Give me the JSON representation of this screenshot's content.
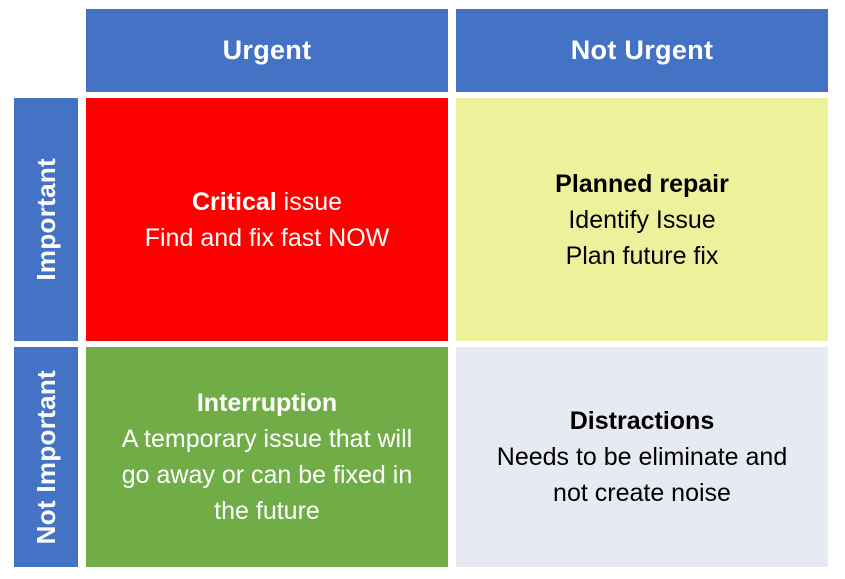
{
  "title": "Urgent vs Important priority matrix",
  "colors": {
    "header_blue": "#4472C4",
    "header_text": "#FFFFFF",
    "background": "#FFFFFF",
    "quadrant_red": "#FF0000",
    "quadrant_yellow": "#EEF19C",
    "quadrant_green": "#70AD47",
    "quadrant_lavender": "#E8EAF3"
  },
  "matrix": {
    "column_headers": [
      {
        "label": "Urgent"
      },
      {
        "label": "Not Urgent"
      }
    ],
    "row_headers": [
      {
        "label": "Important"
      },
      {
        "label": "Not Important"
      }
    ],
    "quadrants": [
      {
        "name": "critical-issue",
        "title_bold": "Critical",
        "title_rest": " issue",
        "lines": [
          "Find and fix fast NOW"
        ],
        "bg": "#FF0000",
        "fg": "#FFFFFF"
      },
      {
        "name": "planned-repair",
        "title_bold": "Planned repair",
        "title_rest": "",
        "lines": [
          "Identify Issue",
          "Plan future fix"
        ],
        "bg": "#EEF19C",
        "fg": "#000000"
      },
      {
        "name": "interruption",
        "title_bold": "Interruption",
        "title_rest": "",
        "lines": [
          "A temporary issue that will",
          "go away or can be fixed in",
          "the future"
        ],
        "bg": "#70AD47",
        "fg": "#FFFFFF"
      },
      {
        "name": "distractions",
        "title_bold": "Distractions",
        "title_rest": "",
        "lines": [
          "Needs to be eliminate and",
          "not create noise"
        ],
        "bg": "#E8EAF3",
        "fg": "#000000"
      }
    ]
  }
}
